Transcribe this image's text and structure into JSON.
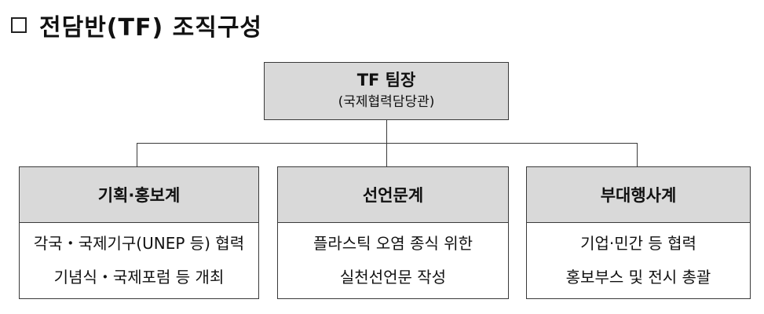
{
  "page": {
    "title": "전담반(TF) 조직구성"
  },
  "root": {
    "title": "TF 팀장",
    "subtitle": "(국제협력담당관)"
  },
  "teams": [
    {
      "name": "기획·홍보계",
      "duties": [
        "각국・국제기구(UNEP 등) 협력",
        "기념식・국제포럼 등 개최"
      ]
    },
    {
      "name": "선언문계",
      "duties": [
        "플라스틱 오염 종식 위한",
        "실천선언문 작성"
      ]
    },
    {
      "name": "부대행사계",
      "duties": [
        "기업·민간 등 협력",
        "홍보부스 및 전시 총괄"
      ]
    }
  ]
}
